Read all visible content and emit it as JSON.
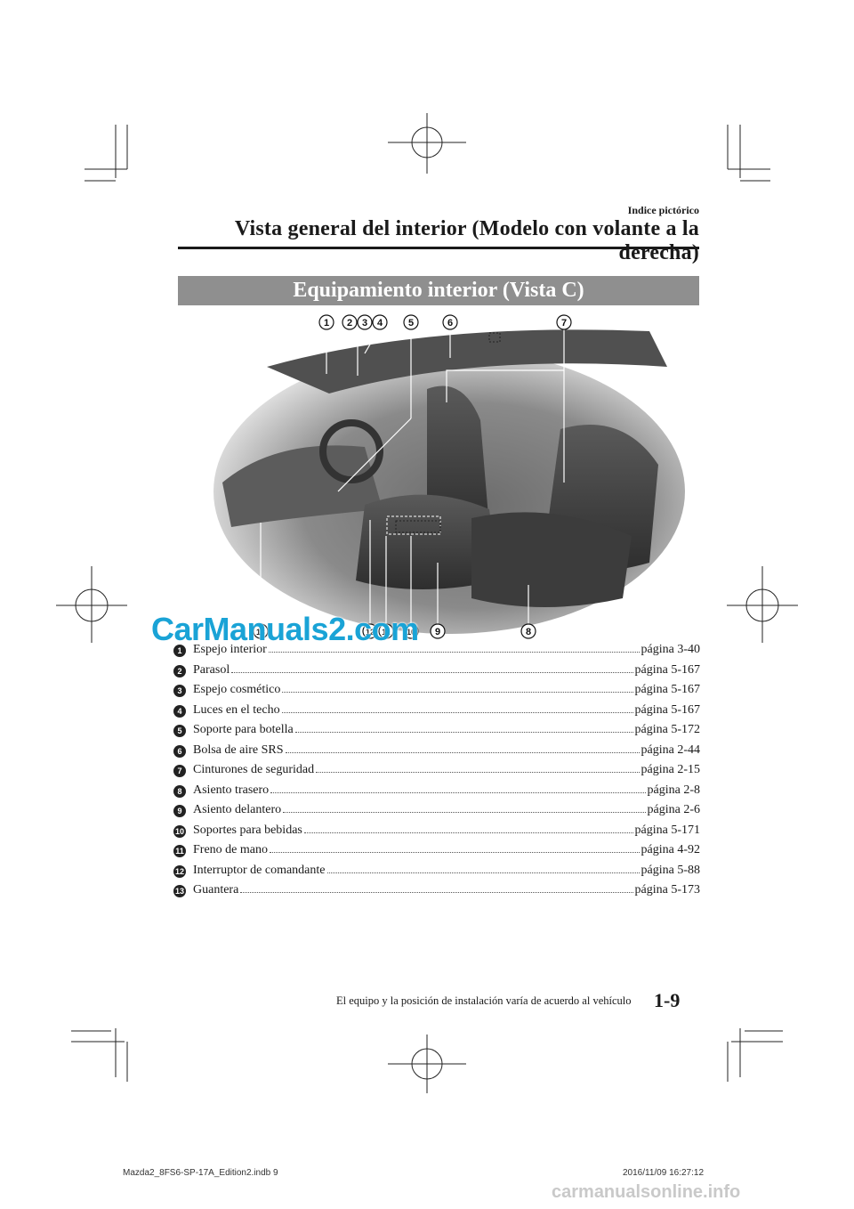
{
  "header": {
    "section": "Indice pictórico",
    "title": "Vista general del interior (Modelo con volante a la derecha)"
  },
  "banner": "Equipamiento interior (Vista C)",
  "figure": {
    "top_callouts": [
      "1",
      "2",
      "3",
      "4",
      "5",
      "6",
      "7"
    ],
    "bottom_callouts": [
      "13",
      "12",
      "11",
      "10",
      "9",
      "8"
    ]
  },
  "items": [
    {
      "num": "1",
      "label": "Espejo interior",
      "page": "página 3-40"
    },
    {
      "num": "2",
      "label": "Parasol",
      "page": "página 5-167"
    },
    {
      "num": "3",
      "label": "Espejo cosmético",
      "page": "página 5-167"
    },
    {
      "num": "4",
      "label": "Luces en el techo",
      "page": "página 5-167"
    },
    {
      "num": "5",
      "label": "Soporte para botella",
      "page": "página 5-172"
    },
    {
      "num": "6",
      "label": "Bolsa de aire SRS",
      "page": "página 2-44"
    },
    {
      "num": "7",
      "label": "Cinturones de seguridad",
      "page": "página 2-15"
    },
    {
      "num": "8",
      "label": "Asiento trasero",
      "page": "página 2-8"
    },
    {
      "num": "9",
      "label": "Asiento delantero",
      "page": "página 2-6"
    },
    {
      "num": "10",
      "label": "Soportes para bebidas",
      "page": "página 5-171"
    },
    {
      "num": "11",
      "label": "Freno de mano",
      "page": "página 4-92"
    },
    {
      "num": "12",
      "label": "Interruptor de comandante",
      "page": "página 5-88"
    },
    {
      "num": "13",
      "label": "Guantera",
      "page": "página 5-173"
    }
  ],
  "watermark": "CarManuals2.com",
  "page_number": "1-9",
  "footnote": "El equipo y la posición de instalación varía de acuerdo al vehículo",
  "footer": {
    "file": "Mazda2_8FS6-SP-17A_Edition2.indb   9",
    "timestamp": "2016/11/09   16:27:12"
  },
  "site_mark": "carmanualsonline.info"
}
